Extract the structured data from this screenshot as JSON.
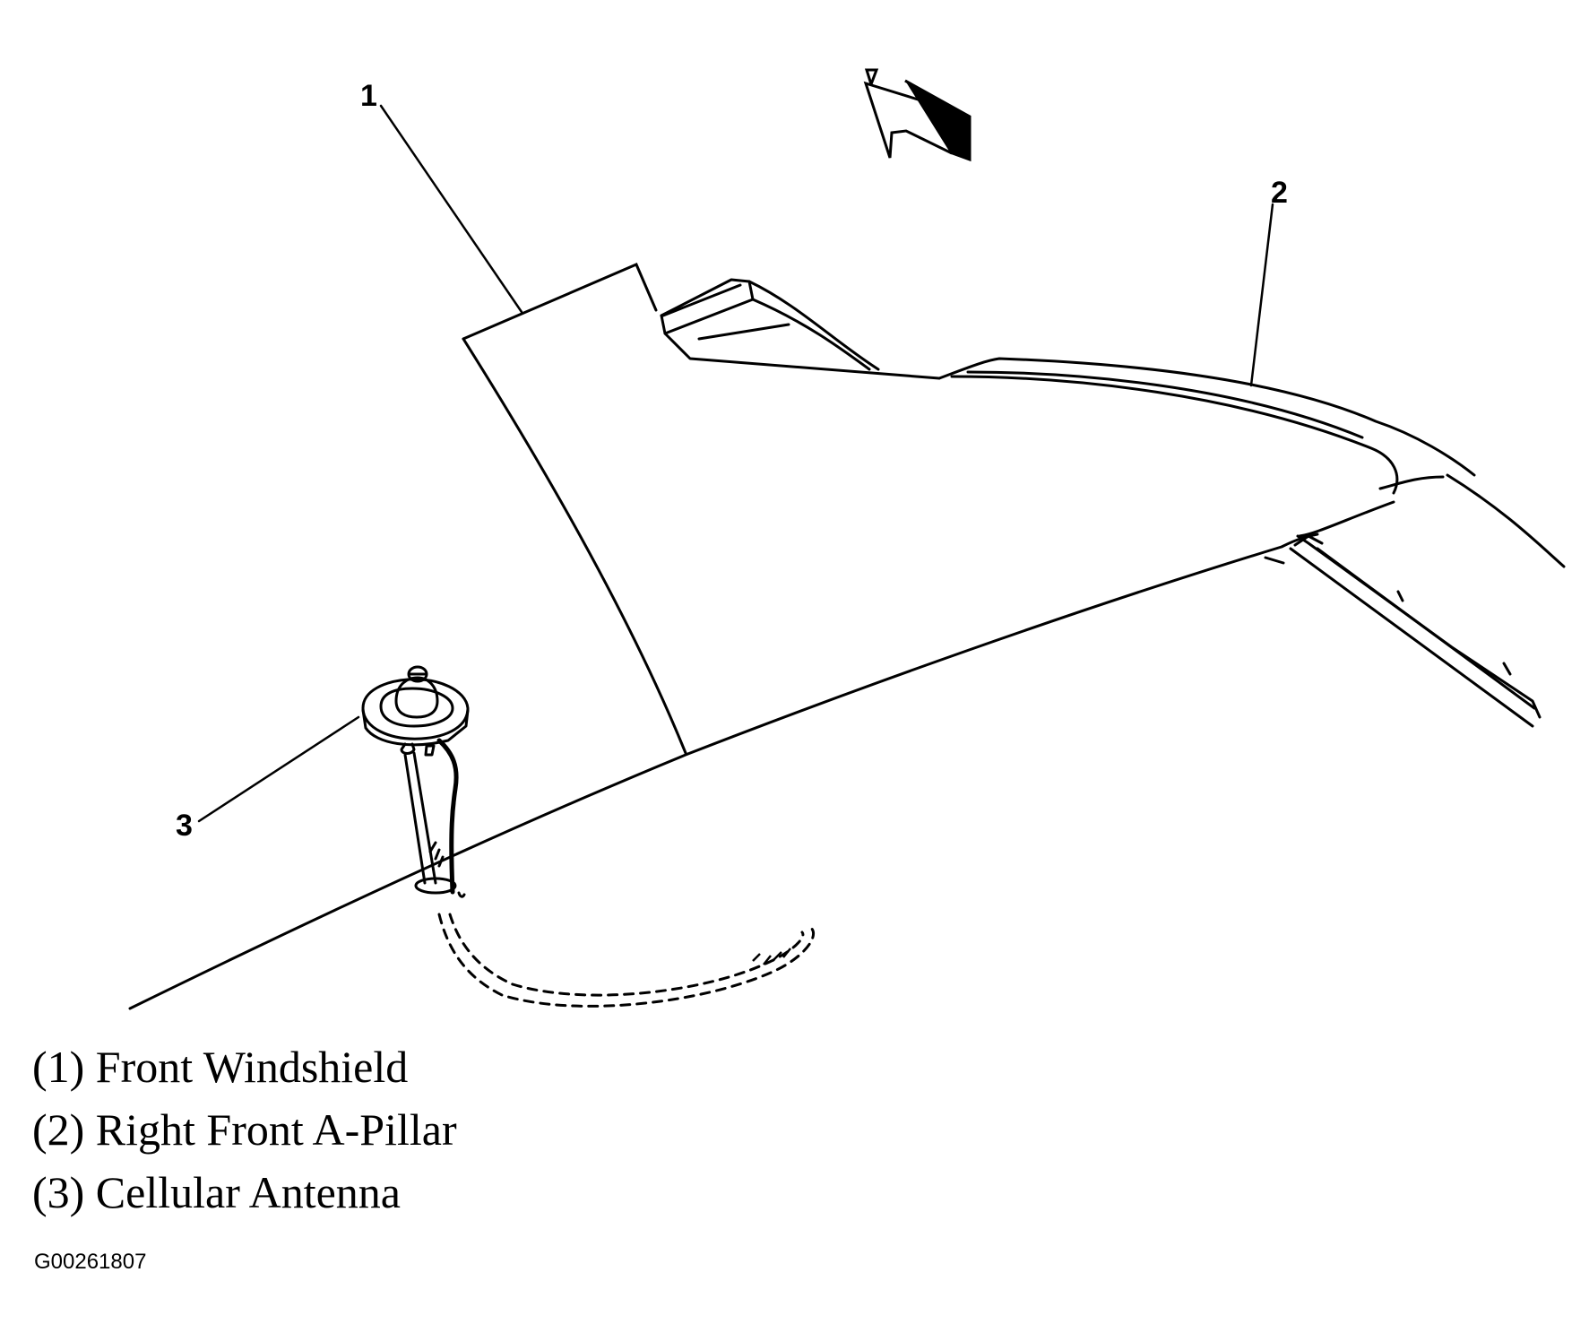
{
  "callouts": [
    {
      "number": "1"
    },
    {
      "number": "2"
    },
    {
      "number": "3"
    }
  ],
  "legend": [
    {
      "text": "(1) Front Windshield"
    },
    {
      "text": "(2) Right Front A-Pillar"
    },
    {
      "text": "(3) Cellular Antenna"
    }
  ],
  "figure_id": "G00261807",
  "icons": [
    "forward-direction-arrow-icon",
    "cellular-antenna-icon"
  ],
  "colors": {
    "line": "#000000",
    "background": "#ffffff"
  }
}
